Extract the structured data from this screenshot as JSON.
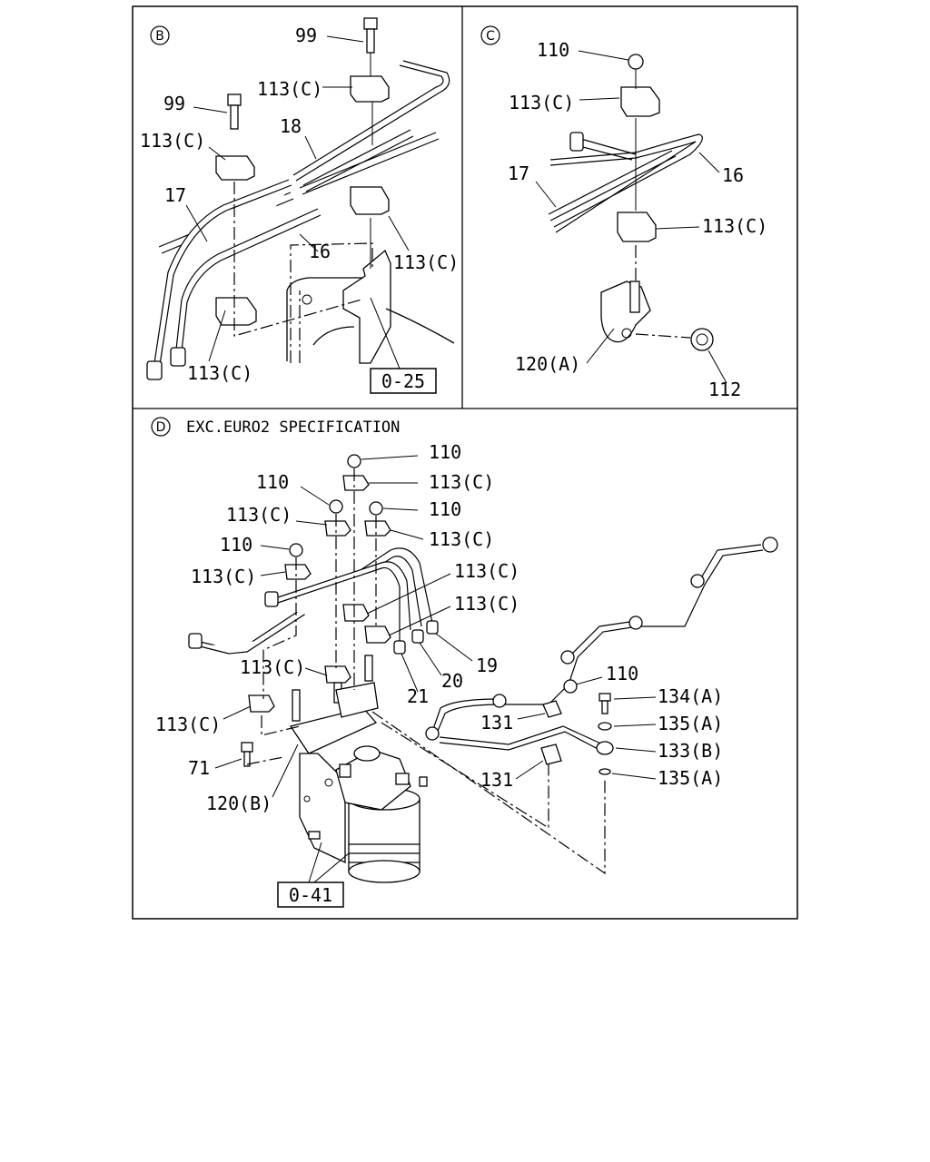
{
  "panels": {
    "B": {
      "marker": "B",
      "labels": [
        "99",
        "113(C)",
        "99",
        "18",
        "113(C)",
        "17",
        "16",
        "113(C)",
        "113(C)"
      ],
      "reference": "0-25"
    },
    "C": {
      "marker": "C",
      "labels": [
        "110",
        "113(C)",
        "16",
        "17",
        "113(C)",
        "120(A)",
        "112"
      ]
    },
    "D": {
      "marker": "D",
      "title": "EXC.EURO2 SPECIFICATION",
      "labels": [
        "110",
        "113(C)",
        "110",
        "110",
        "113(C)",
        "113(C)",
        "110",
        "113(C)",
        "113(C)",
        "113(C)",
        "19",
        "20",
        "21",
        "113(C)",
        "113(C)",
        "71",
        "120(B)",
        "110",
        "134(A)",
        "135(A)",
        "131",
        "133(B)",
        "131",
        "135(A)"
      ],
      "reference": "0-41"
    }
  }
}
